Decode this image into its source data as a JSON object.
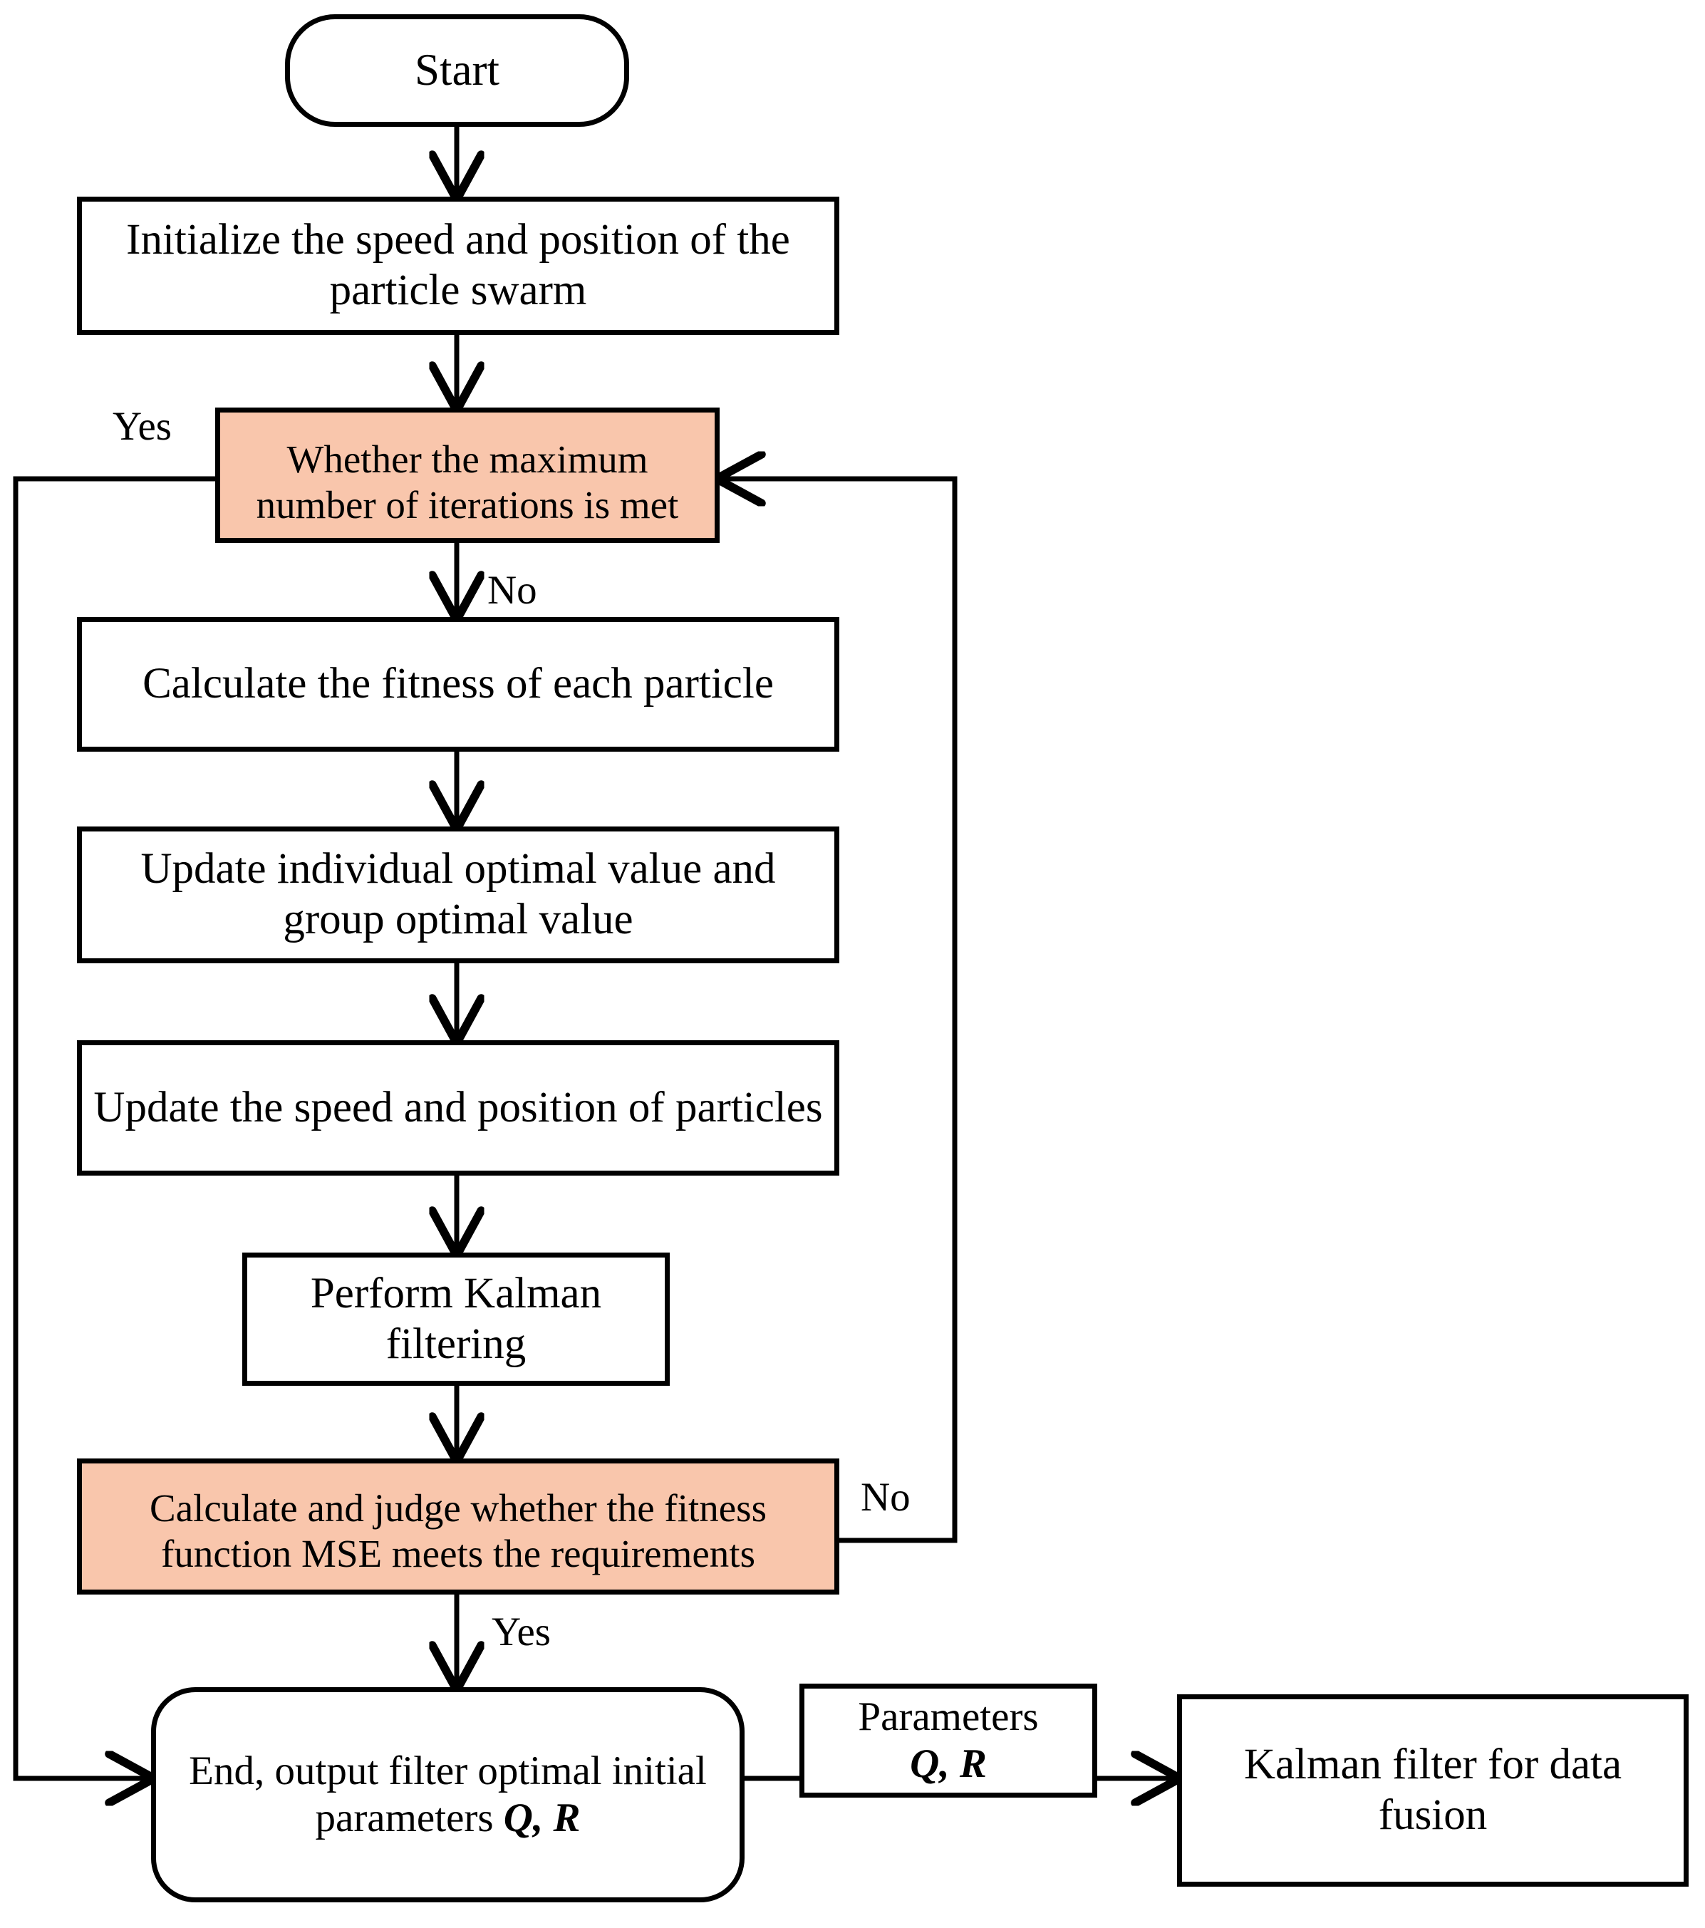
{
  "diagram": {
    "title": "PSO-optimized Kalman filter parameter tuning flowchart",
    "accent_fill": "#f9c6ac",
    "stroke": "#000000",
    "background": "#ffffff"
  },
  "nodes": {
    "start": {
      "label": "Start",
      "shape": "terminator",
      "fill": "#ffffff"
    },
    "initialize": {
      "label": "Initialize the speed and position of the particle swarm",
      "shape": "process",
      "fill": "#ffffff"
    },
    "max_iterations": {
      "label": "Whether the maximum number of iterations is met",
      "shape": "decision",
      "fill": "#f9c6ac"
    },
    "fitness": {
      "label": "Calculate the fitness of each particle",
      "shape": "process",
      "fill": "#ffffff"
    },
    "update_best": {
      "label": "Update individual optimal value and group optimal value",
      "shape": "process",
      "fill": "#ffffff"
    },
    "update_particles": {
      "label": "Update the speed and position of particles",
      "shape": "process",
      "fill": "#ffffff"
    },
    "kalman": {
      "label": "Perform Kalman filtering",
      "shape": "process",
      "fill": "#ffffff"
    },
    "mse_check": {
      "label": "Calculate and judge whether the fitness function MSE meets the requirements",
      "shape": "decision",
      "fill": "#f9c6ac"
    },
    "end_output": {
      "label_prefix": "End, output filter optimal initial parameters ",
      "label_symbols": "Q, R",
      "shape": "terminator",
      "fill": "#ffffff"
    },
    "parameters": {
      "label_top": "Parameters",
      "label_symbols": "Q, R",
      "shape": "annotation",
      "fill": "#ffffff"
    },
    "fusion": {
      "label": "Kalman filter for data fusion",
      "shape": "process",
      "fill": "#ffffff"
    }
  },
  "edge_labels": {
    "yes_iterations": "Yes",
    "no_iterations": "No",
    "no_mse": "No",
    "yes_mse": "Yes"
  },
  "chart_data": {
    "type": "flowchart",
    "orientation": "top-to-bottom",
    "nodes": [
      "Start",
      "Initialize the speed and position of the particle swarm",
      "Whether the maximum number of iterations is met",
      "Calculate the fitness of each particle",
      "Update individual optimal value and group optimal value",
      "Update the speed and position of particles",
      "Perform Kalman filtering",
      "Calculate and judge whether the fitness function MSE meets the requirements",
      "End, output filter optimal initial parameters Q, R",
      "Parameters Q, R",
      "Kalman filter for data fusion"
    ],
    "edges": [
      {
        "from": "Start",
        "to": "Initialize the speed and position of the particle swarm",
        "label": ""
      },
      {
        "from": "Initialize the speed and position of the particle swarm",
        "to": "Whether the maximum number of iterations is met",
        "label": ""
      },
      {
        "from": "Whether the maximum number of iterations is met",
        "to": "End, output filter optimal initial parameters Q, R",
        "label": "Yes"
      },
      {
        "from": "Whether the maximum number of iterations is met",
        "to": "Calculate the fitness of each particle",
        "label": "No"
      },
      {
        "from": "Calculate the fitness of each particle",
        "to": "Update individual optimal value and group optimal value",
        "label": ""
      },
      {
        "from": "Update individual optimal value and group optimal value",
        "to": "Update the speed and position of particles",
        "label": ""
      },
      {
        "from": "Update the speed and position of particles",
        "to": "Perform Kalman filtering",
        "label": ""
      },
      {
        "from": "Perform Kalman filtering",
        "to": "Calculate and judge whether the fitness function MSE meets the requirements",
        "label": ""
      },
      {
        "from": "Calculate and judge whether the fitness function MSE meets the requirements",
        "to": "Whether the maximum number of iterations is met",
        "label": "No"
      },
      {
        "from": "Calculate and judge whether the fitness function MSE meets the requirements",
        "to": "End, output filter optimal initial parameters Q, R",
        "label": "Yes"
      },
      {
        "from": "End, output filter optimal initial parameters Q, R",
        "to": "Kalman filter for data fusion",
        "label": "Parameters Q, R"
      }
    ]
  }
}
